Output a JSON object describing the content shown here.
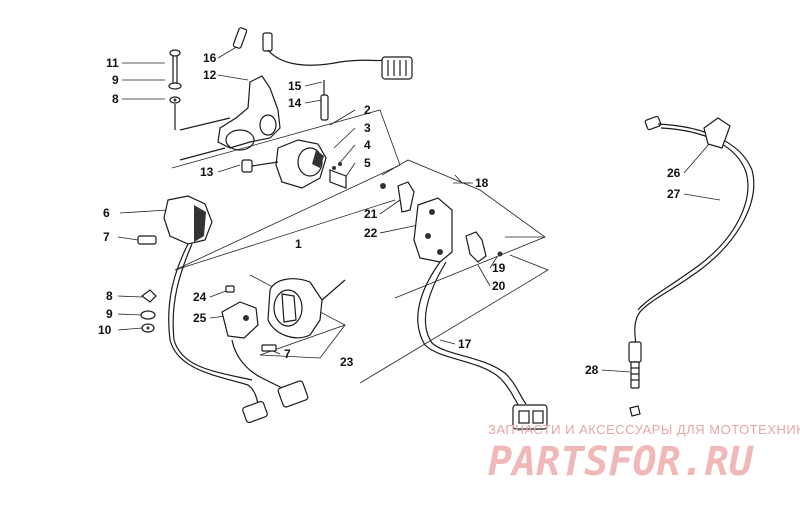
{
  "callouts": [
    {
      "n": "1"
    },
    {
      "n": "2"
    },
    {
      "n": "3"
    },
    {
      "n": "4"
    },
    {
      "n": "5"
    },
    {
      "n": "6"
    },
    {
      "n": "7"
    },
    {
      "n": "7"
    },
    {
      "n": "8"
    },
    {
      "n": "8"
    },
    {
      "n": "9"
    },
    {
      "n": "9"
    },
    {
      "n": "10"
    },
    {
      "n": "11"
    },
    {
      "n": "12"
    },
    {
      "n": "13"
    },
    {
      "n": "14"
    },
    {
      "n": "15"
    },
    {
      "n": "16"
    },
    {
      "n": "17"
    },
    {
      "n": "18"
    },
    {
      "n": "19"
    },
    {
      "n": "20"
    },
    {
      "n": "21"
    },
    {
      "n": "22"
    },
    {
      "n": "23"
    },
    {
      "n": "24"
    },
    {
      "n": "25"
    },
    {
      "n": "26"
    },
    {
      "n": "27"
    },
    {
      "n": "28"
    }
  ],
  "watermark": {
    "tagline": "ЗАПЧАСТИ И АКСЕССУАРЫ ДЛЯ МОТОТЕХНИКИ",
    "logo": "PARTSFOR.RU",
    "color": "#e8a5a5"
  }
}
